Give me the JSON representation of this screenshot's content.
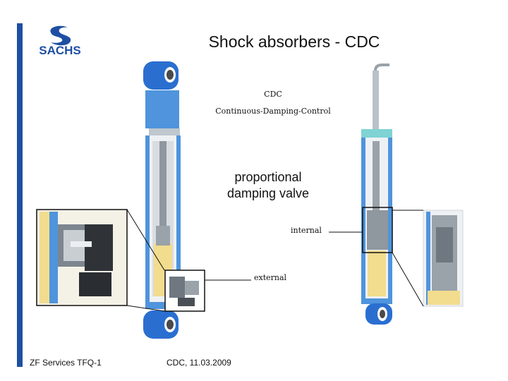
{
  "brand": {
    "name": "SACHS",
    "color": "#1f4fa3"
  },
  "title": "Shock absorbers - CDC",
  "cdc_label": {
    "line1": "CDC",
    "line2": "Continuous-Damping-Control"
  },
  "valve_label": {
    "line1": "proportional",
    "line2": "damping valve"
  },
  "callouts": {
    "internal": "internal",
    "external": "external"
  },
  "footer": {
    "left": "ZF Services TFQ-1",
    "center": "CDC, 11.03.2009"
  },
  "colors": {
    "accent": "#1f4fa3",
    "mount": "#2a6fd0",
    "tube": "#4f94dc",
    "oil": "#f2dc8e"
  }
}
